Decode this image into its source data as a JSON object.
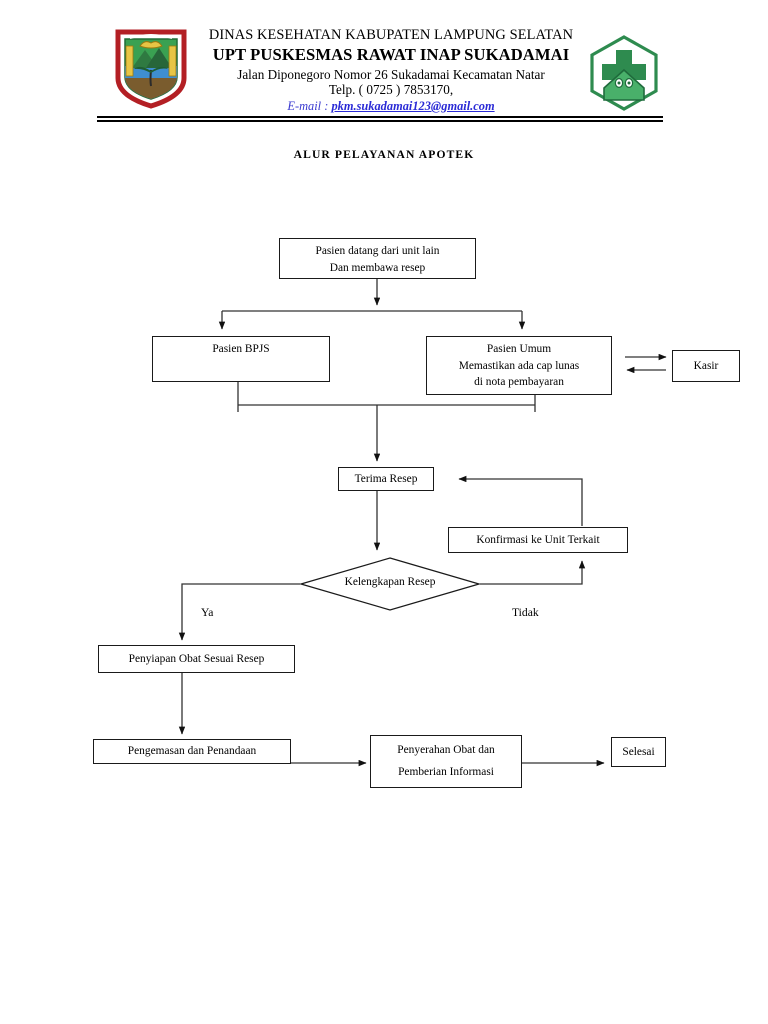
{
  "header": {
    "org_line1": "DINAS KESEHATAN KABUPATEN LAMPUNG SELATAN",
    "org_line2": "UPT PUSKESMAS RAWAT INAP SUKADAMAI",
    "address": "Jalan Diponegoro Nomor 26 Sukadamai Kecamatan Natar",
    "phone": "Telp. ( 0725 ) 7853170,",
    "email_label": "E-mail :",
    "email_address": "pkm.sukadamai123@gmail.com",
    "left_logo_name": "lampung-selatan-regency-emblem",
    "right_logo_name": "puskesmas-logo"
  },
  "document": {
    "title": "ALUR PELAYANAN APOTEK"
  },
  "flowchart": {
    "type": "flowchart",
    "nodes": [
      {
        "id": "start",
        "shape": "rect",
        "lines": [
          "Pasien datang dari unit lain",
          "Dan membawa resep"
        ]
      },
      {
        "id": "bpjs",
        "shape": "rect",
        "lines": [
          "Pasien BPJS"
        ]
      },
      {
        "id": "umum",
        "shape": "rect",
        "lines": [
          "Pasien Umum",
          "Memastikan ada cap lunas",
          "di nota pembayaran"
        ]
      },
      {
        "id": "kasir",
        "shape": "rect",
        "lines": [
          "Kasir"
        ]
      },
      {
        "id": "terima",
        "shape": "rect",
        "lines": [
          "Terima Resep"
        ]
      },
      {
        "id": "konfirmasi",
        "shape": "rect",
        "lines": [
          "Konfirmasi ke Unit Terkait"
        ]
      },
      {
        "id": "kelengkapan",
        "shape": "diamond",
        "lines": [
          "Kelengkapan Resep"
        ]
      },
      {
        "id": "penyiapan",
        "shape": "rect",
        "lines": [
          "Penyiapan Obat Sesuai Resep"
        ]
      },
      {
        "id": "pengemasan",
        "shape": "rect",
        "lines": [
          "Pengemasan dan Penandaan"
        ]
      },
      {
        "id": "penyerahan",
        "shape": "rect",
        "lines": [
          "Penyerahan Obat dan",
          "Pemberian Informasi"
        ]
      },
      {
        "id": "selesai",
        "shape": "rect",
        "lines": [
          "Selesai"
        ]
      }
    ],
    "branch_labels": {
      "yes": "Ya",
      "no": "Tidak"
    },
    "edges": [
      {
        "from": "start",
        "to": "bpjs"
      },
      {
        "from": "start",
        "to": "umum"
      },
      {
        "from": "umum",
        "to": "kasir"
      },
      {
        "from": "kasir",
        "to": "umum"
      },
      {
        "from": "bpjs",
        "to": "terima"
      },
      {
        "from": "umum",
        "to": "terima"
      },
      {
        "from": "terima",
        "to": "kelengkapan"
      },
      {
        "from": "kelengkapan",
        "to": "penyiapan",
        "label": "Ya"
      },
      {
        "from": "kelengkapan",
        "to": "konfirmasi",
        "label": "Tidak"
      },
      {
        "from": "konfirmasi",
        "to": "terima"
      },
      {
        "from": "penyiapan",
        "to": "pengemasan"
      },
      {
        "from": "pengemasan",
        "to": "penyerahan"
      },
      {
        "from": "penyerahan",
        "to": "selesai"
      }
    ]
  }
}
